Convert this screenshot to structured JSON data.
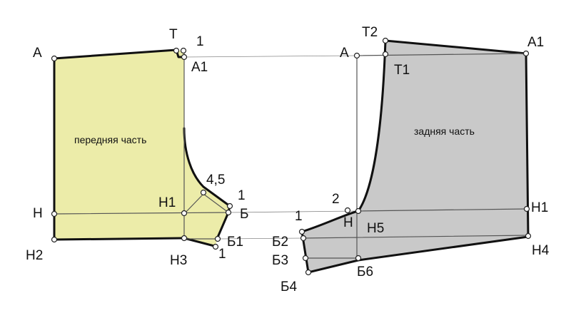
{
  "colors": {
    "front_fill": "#ececa9",
    "back_fill": "#c9c9c9",
    "outline": "#111111"
  },
  "front_piece": {
    "name": "передняя часть",
    "points": {
      "A": "А",
      "T": "Т",
      "one_top": "1",
      "A1": "А1",
      "n45": "4,5",
      "one_mid": "1",
      "H1": "Н1",
      "H": "Н",
      "B": "Б",
      "B1": "Б1",
      "H2": "Н2",
      "H3": "Н3",
      "one_bot": "1"
    }
  },
  "back_piece": {
    "name": "задняя часть",
    "points": {
      "T2": "Т2",
      "A": "А",
      "A1": "А1",
      "T1": "Т1",
      "two": "2",
      "H": "Н",
      "H1": "Н1",
      "one": "1",
      "H5": "Н5",
      "B2": "Б2",
      "H4": "Н4",
      "B3": "Б3",
      "B6": "Б6",
      "B4": "Б4"
    }
  }
}
